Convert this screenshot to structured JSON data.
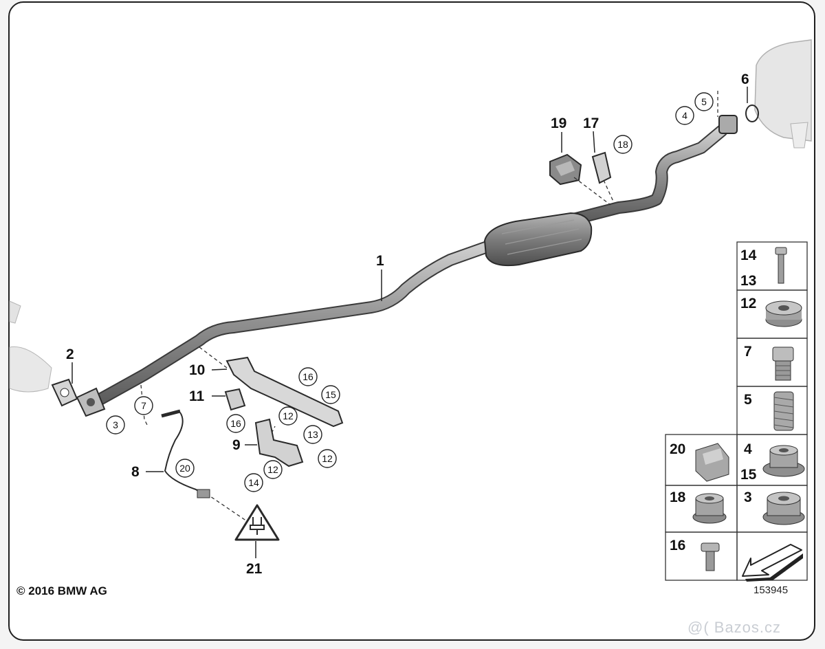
{
  "copyright": "© 2016 BMW AG",
  "diagram_number": "153945",
  "watermark": "@( Bazos.cz",
  "callouts": {
    "p1": "1",
    "p2": "2",
    "p3": "3",
    "p4": "4",
    "p5": "5",
    "p6": "6",
    "p7": "7",
    "p8": "8",
    "p9": "9",
    "p10": "10",
    "p11": "11",
    "p12a": "12",
    "p12b": "12",
    "p12c": "12",
    "p13": "13",
    "p14": "14",
    "p15": "15",
    "p16a": "16",
    "p16b": "16",
    "p17": "17",
    "p18": "18",
    "p19": "19",
    "p20": "20",
    "p21": "21"
  },
  "legend": [
    {
      "labels": [
        "14",
        "13"
      ]
    },
    {
      "labels": [
        "12"
      ]
    },
    {
      "labels": [
        "7"
      ]
    },
    {
      "labels": [
        "5"
      ]
    },
    {
      "labels": [
        "20"
      ]
    },
    {
      "labels": [
        "4",
        "15"
      ]
    },
    {
      "labels": [
        "18"
      ]
    },
    {
      "labels": [
        "3"
      ]
    },
    {
      "labels": [
        "16"
      ]
    }
  ],
  "colors": {
    "pipe": "#8c8c8c",
    "pipe_highlight": "#c4c4c4",
    "outline": "#2a2a2a",
    "frame": "#1f1f1f"
  }
}
